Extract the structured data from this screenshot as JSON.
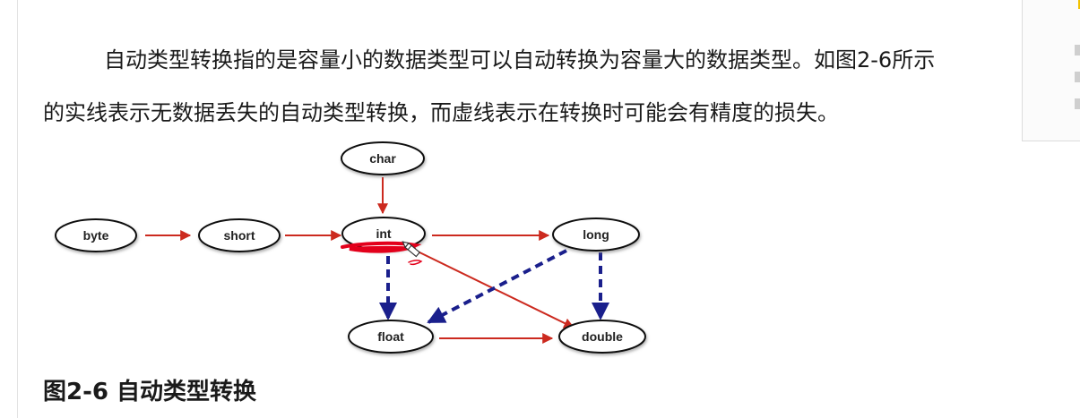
{
  "document": {
    "paragraph_line1": "自动类型转换指的是容量小的数据类型可以自动转换为容量大的数据类型。如图2-6所示",
    "paragraph_line2": "的实线表示无数据丢失的自动类型转换，而虚线表示在转换时可能会有精度的损失。",
    "caption": "图2-6 自动类型转换"
  },
  "diagram": {
    "nodes": {
      "char": "char",
      "byte": "byte",
      "short": "short",
      "int": "int",
      "long": "long",
      "float": "float",
      "double": "double"
    },
    "edges": [
      {
        "from": "byte",
        "to": "short",
        "style": "solid"
      },
      {
        "from": "short",
        "to": "int",
        "style": "solid"
      },
      {
        "from": "char",
        "to": "int",
        "style": "solid"
      },
      {
        "from": "int",
        "to": "long",
        "style": "solid"
      },
      {
        "from": "int",
        "to": "double",
        "style": "solid"
      },
      {
        "from": "float",
        "to": "double",
        "style": "solid"
      },
      {
        "from": "int",
        "to": "float",
        "style": "dashed"
      },
      {
        "from": "long",
        "to": "float",
        "style": "dashed"
      },
      {
        "from": "long",
        "to": "double",
        "style": "dashed"
      }
    ],
    "colors": {
      "solid": "#cc2a1f",
      "dashed": "#1a1f8c",
      "annotation": "#e3001b"
    }
  }
}
